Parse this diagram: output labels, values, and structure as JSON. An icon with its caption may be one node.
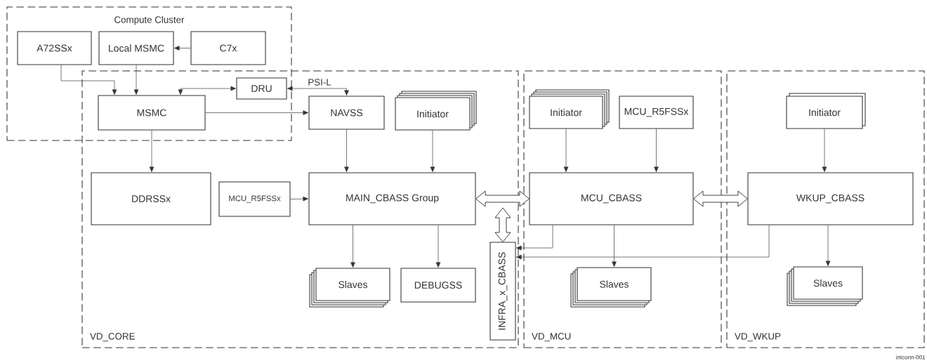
{
  "diagram": {
    "nodes": [
      {
        "text": [
          "Compute Cluster"
        ]
      },
      {
        "text": [
          "A72SSx"
        ],
        "in": 0
      },
      {
        "text": [
          "Local MSMC"
        ],
        "in": 0
      },
      {
        "text": [
          "C7x"
        ],
        "in": 0
      },
      {
        "text": [
          "VD_CORE"
        ]
      },
      {
        "text": [
          "MSMC"
        ]
      },
      {
        "text": [
          "DRU"
        ]
      },
      {
        "text": [
          "NAVSS"
        ],
        "in": 4
      },
      {
        "text": [
          "Initiator"
        ],
        "in": 4
      },
      {
        "text": [
          "DDRSSx"
        ],
        "in": 4
      },
      {
        "text": [
          "MCU_R5FSSx"
        ],
        "in": 4
      },
      {
        "text": [
          "MAIN_CBASS Group"
        ],
        "in": 4
      },
      {
        "text": [
          "Slaves"
        ],
        "in": 4
      },
      {
        "text": [
          "DEBUGSS"
        ],
        "in": 4
      },
      {
        "text": [
          "INFRA_x_CBASS"
        ],
        "in": 4
      },
      {
        "text": [
          "VD_MCU"
        ]
      },
      {
        "text": [
          "Initiator"
        ],
        "in": 15
      },
      {
        "text": [
          "MCU_R5FSSx"
        ],
        "in": 15
      },
      {
        "text": [
          "MCU_CBASS"
        ],
        "in": 15
      },
      {
        "text": [
          "Slaves"
        ],
        "in": 15
      },
      {
        "text": [
          "VD_WKUP"
        ]
      },
      {
        "text": [
          "Initiator"
        ],
        "in": 20
      },
      {
        "text": [
          "WKUP_CBASS"
        ],
        "in": 20
      },
      {
        "text": [
          "Slaves"
        ],
        "in": 20
      }
    ],
    "edges": [
      {
        "from": 1,
        "to": 5,
        "arrow": "to"
      },
      {
        "from": 2,
        "to": 5,
        "arrow": "to"
      },
      {
        "from": 3,
        "to": 2,
        "arrow": "to"
      },
      {
        "from": 5,
        "to": 6,
        "arrow": "both"
      },
      {
        "from": 6,
        "to": 7,
        "arrow": "both",
        "label": "PSI-L"
      },
      {
        "from": 5,
        "to": 7,
        "arrow": "to"
      },
      {
        "from": 5,
        "to": 9,
        "arrow": "to"
      },
      {
        "from": 7,
        "to": 11,
        "arrow": "to"
      },
      {
        "from": 8,
        "to": 11,
        "arrow": "to"
      },
      {
        "from": 10,
        "to": 11,
        "arrow": "to"
      },
      {
        "from": 11,
        "to": 12,
        "arrow": "to"
      },
      {
        "from": 11,
        "to": 13,
        "arrow": "to"
      },
      {
        "from": 11,
        "to": 18,
        "arrow": "both",
        "style": "thick"
      },
      {
        "from": null,
        "to": 14,
        "arrow": "both",
        "style": "thick"
      },
      {
        "from": 18,
        "to": 22,
        "arrow": "both",
        "style": "thick"
      },
      {
        "from": 16,
        "to": 18,
        "arrow": "to"
      },
      {
        "from": 17,
        "to": 18,
        "arrow": "to"
      },
      {
        "from": 18,
        "to": 19,
        "arrow": "to"
      },
      {
        "from": 18,
        "to": 14,
        "arrow": "to"
      },
      {
        "from": 22,
        "to": 14,
        "arrow": "to"
      },
      {
        "from": 21,
        "to": 22,
        "arrow": "to"
      },
      {
        "from": 22,
        "to": 23,
        "arrow": "to"
      }
    ],
    "labels": [
      "intconn-001"
    ]
  }
}
